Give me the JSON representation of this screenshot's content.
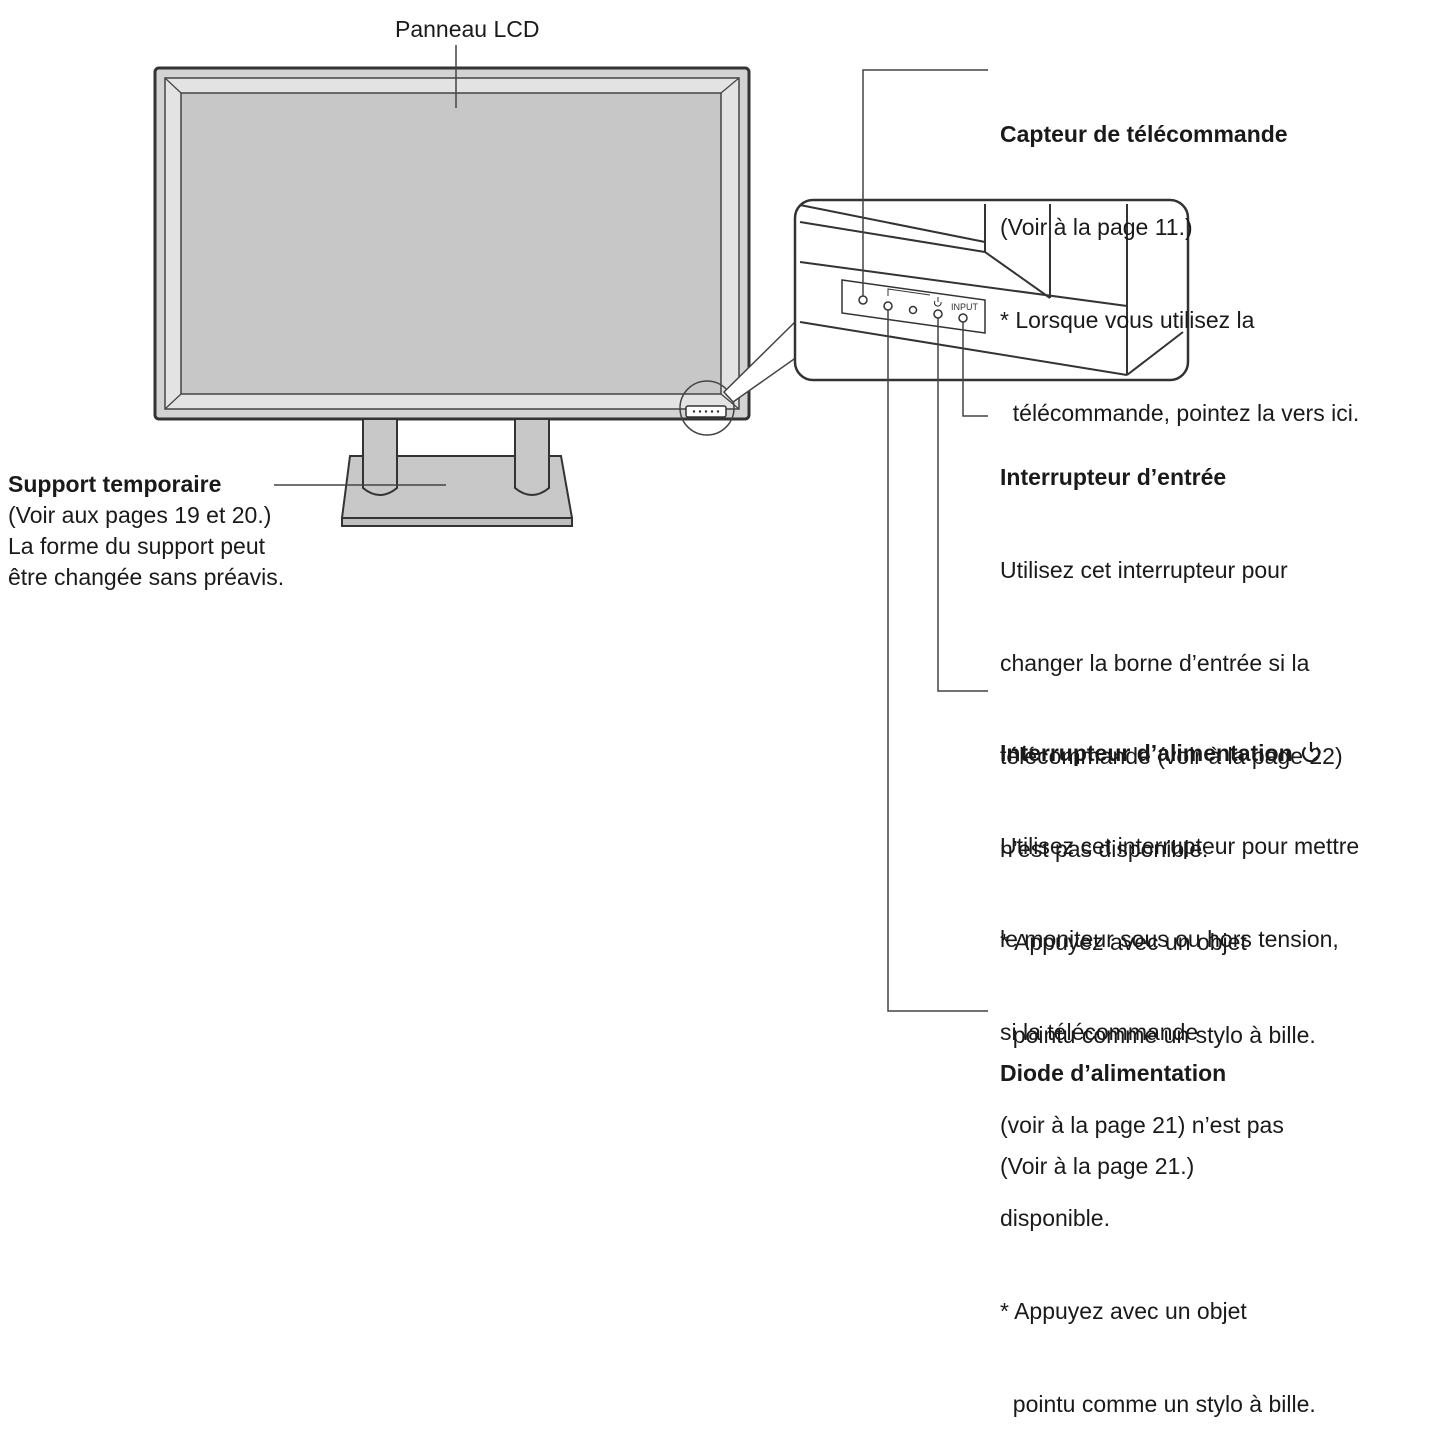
{
  "lcd_label": "Panneau LCD",
  "support": {
    "title": "Support temporaire",
    "lines": [
      "(Voir aux pages 19 et 20.)",
      "La forme du support peut",
      "être changée sans préavis."
    ]
  },
  "capteur": {
    "title": "Capteur de télécommande",
    "lines": [
      "(Voir à la page 11.)",
      "* Lorsque vous utilisez la",
      "  télécommande, pointez la vers ici."
    ]
  },
  "entree": {
    "title": "Interrupteur d’entrée",
    "lines": [
      "Utilisez cet interrupteur pour",
      "changer la borne d’entrée si la",
      "télécommande (voir à la page 22)",
      "n’est pas disponible.",
      "* Appuyez avec un objet",
      "  pointu comme un stylo à bille."
    ]
  },
  "alimentation": {
    "title": "Interrupteur d’alimentation",
    "lines": [
      "Utilisez cet interrupteur pour mettre",
      "le moniteur sous ou hors tension,",
      "si la télécommande",
      "(voir à la page 21) n’est pas",
      "disponible.",
      "* Appuyez avec un objet",
      "  pointu comme un stylo à bille."
    ]
  },
  "diode": {
    "title": "Diode d’alimentation",
    "lines": [
      "(Voir à la page 21.)"
    ]
  },
  "panel_input_label": "INPUT",
  "colors": {
    "screen": "#c8c8c8",
    "frame": "#d4d4d4",
    "line": "#333333"
  }
}
